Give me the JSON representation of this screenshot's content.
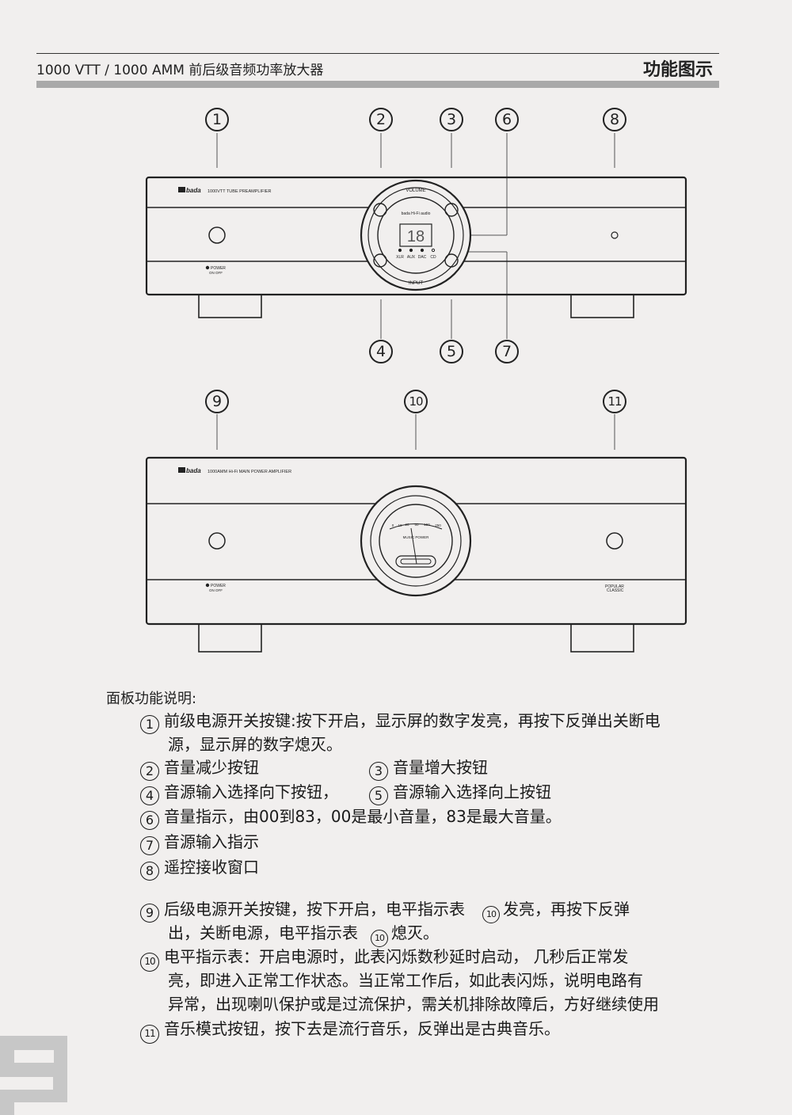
{
  "header": {
    "left_title": "1000 VTT / 1000 AMM 前后级音频功率放大器",
    "right_title": "功能图示"
  },
  "preamp": {
    "brand": "bada",
    "model": "1000VTT TUBE PREAMPLIFIER",
    "volume_label": "VOLUME",
    "input_label": "INPUT",
    "panel_brand": "bada Hi-Fi audio",
    "display_value": "18",
    "inputs": [
      "XLR",
      "AUX",
      "DAC",
      "CD"
    ],
    "power_label": "POWER",
    "power_sub": "ON  OFF"
  },
  "poweramp": {
    "brand": "bada",
    "model": "1000AMM Hi-Fi MAIN POWER AMPLIFIER",
    "meter_scale": [
      "0",
      "10",
      "20",
      "50",
      "150",
      "250"
    ],
    "meter_label": "MUSIC POWER",
    "power_label": "POWER",
    "power_sub": "ON  OFF",
    "mode_popular": "POPULAR",
    "mode_classic": "CLASSIC"
  },
  "callouts": [
    "1",
    "2",
    "3",
    "4",
    "5",
    "6",
    "7",
    "8",
    "9",
    "10",
    "11"
  ],
  "description": {
    "title": "面板功能说明:",
    "items": [
      {
        "n": "1",
        "text": "前级电源开关按键:按下开启，显示屏的数字发亮，再按下反弹出关断电",
        "cont": "源，显示屏的数字熄灭。"
      },
      {
        "n": "2",
        "text": "音量减少按钮"
      },
      {
        "n": "3",
        "text": "音量增大按钮"
      },
      {
        "n": "4",
        "text": "音源输入选择向下按钮，"
      },
      {
        "n": "5",
        "text": "音源输入选择向上按钮"
      },
      {
        "n": "6",
        "text": "音量指示，由00到83，00是最小音量，83是最大音量。"
      },
      {
        "n": "7",
        "text": "音源输入指示"
      },
      {
        "n": "8",
        "text": "遥控接收窗口"
      },
      {
        "n": "9",
        "text_a": "后级电源开关按键，按下开启，电平指示表",
        "text_b": "发亮，再按下反弹",
        "cont_a": "出，关断电源，电平指示表",
        "cont_b": "熄灭。",
        "ref": "10"
      },
      {
        "n": "10",
        "text": "电平指示表：开启电源时，此表闪烁数秒延时启动，  几秒后正常发",
        "cont": "亮，即进入正常工作状态。当正常工作后，如此表闪烁，说明电路有",
        "cont2": "异常，出现喇叭保护或是过流保护，需关机排除故障后，方好继续使用"
      },
      {
        "n": "11",
        "text": "音乐模式按钮，按下去是流行音乐，反弹出是古典音乐。"
      }
    ]
  }
}
